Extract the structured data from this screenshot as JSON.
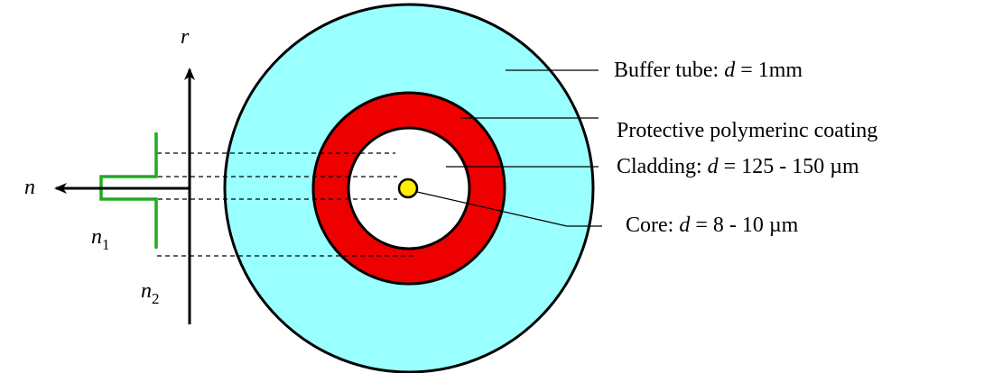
{
  "axes": {
    "r_label": "r",
    "n_label": "n",
    "n1_label": "n",
    "n1_sub": "1",
    "n2_label": "n",
    "n2_sub": "2"
  },
  "labels": {
    "buffer": {
      "prefix": "Buffer tube: ",
      "var": "d",
      "value": " = 1mm"
    },
    "coating": {
      "text": "Protective polymerinc coating"
    },
    "cladding": {
      "prefix": "Cladding: ",
      "var": "d",
      "value": " = 125 - 150 µm"
    },
    "core": {
      "prefix": "Core: ",
      "var": "d",
      "value": " =  8 - 10 µm"
    }
  },
  "colors": {
    "buffer": "#99ffff",
    "coating": "#ee0000",
    "cladding": "#ffffff",
    "core": "#ffee00",
    "profile": "#22aa22",
    "outline": "#000000"
  }
}
